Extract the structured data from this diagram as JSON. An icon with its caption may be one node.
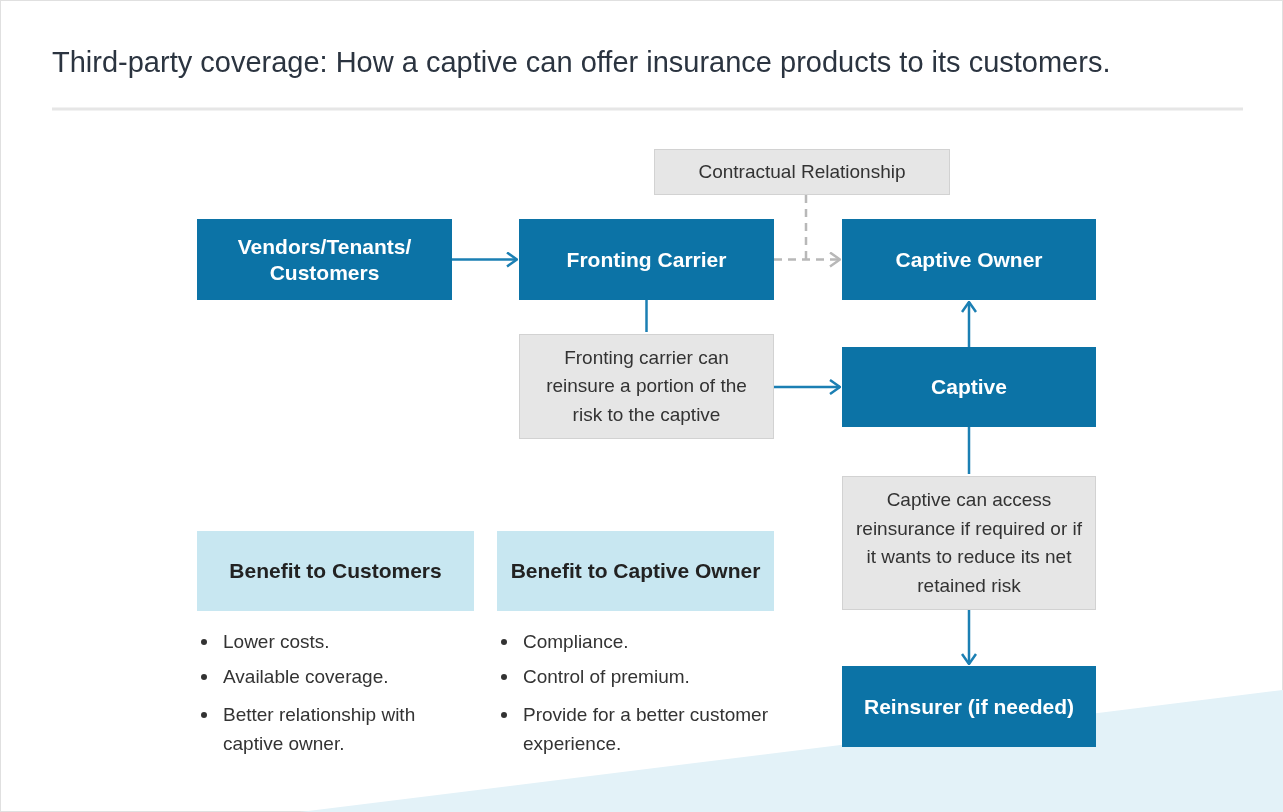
{
  "diagram": {
    "title": "Third-party coverage: How a captive can offer insurance products to its customers.",
    "nodes": [
      {
        "text": [
          "Vendors/Tenants/ Customers"
        ]
      },
      {
        "text": [
          "Fronting Carrier"
        ]
      },
      {
        "text": [
          "Contractual Relationship"
        ]
      },
      {
        "text": [
          "Captive Owner"
        ]
      },
      {
        "text": [
          "Fronting carrier can reinsure a portion of the risk to the captive"
        ]
      },
      {
        "text": [
          "Captive"
        ]
      },
      {
        "text": [
          "Captive can access reinsurance if required or if it wants to reduce its net retained risk"
        ]
      },
      {
        "text": [
          "Reinsurer (if needed)"
        ]
      },
      {
        "text": [
          "Benefit to Customers"
        ]
      },
      {
        "text": [
          "Benefit to Captive Owner"
        ]
      }
    ],
    "edges": [
      {
        "from": 0,
        "to": 1,
        "arrow": "to"
      },
      {
        "from": 1,
        "to": 3,
        "arrow": "to",
        "style": "dashed",
        "color": "#b8b8b8"
      },
      {
        "from": 2,
        "to": null,
        "arrow": "none",
        "style": "dashed",
        "color": "#b8b8b8"
      },
      {
        "from": 1,
        "to": 4,
        "arrow": "none"
      },
      {
        "from": 4,
        "to": 5,
        "arrow": "to"
      },
      {
        "from": 5,
        "to": 3,
        "arrow": "to"
      },
      {
        "from": 5,
        "to": 6,
        "arrow": "none"
      },
      {
        "from": 6,
        "to": 7,
        "arrow": "to"
      }
    ],
    "labels": [
      "Lower costs.",
      "Available coverage.",
      "Better relationship with captive owner.",
      "Compliance.",
      "Control of premium.",
      "Provide for a better customer experience."
    ]
  }
}
